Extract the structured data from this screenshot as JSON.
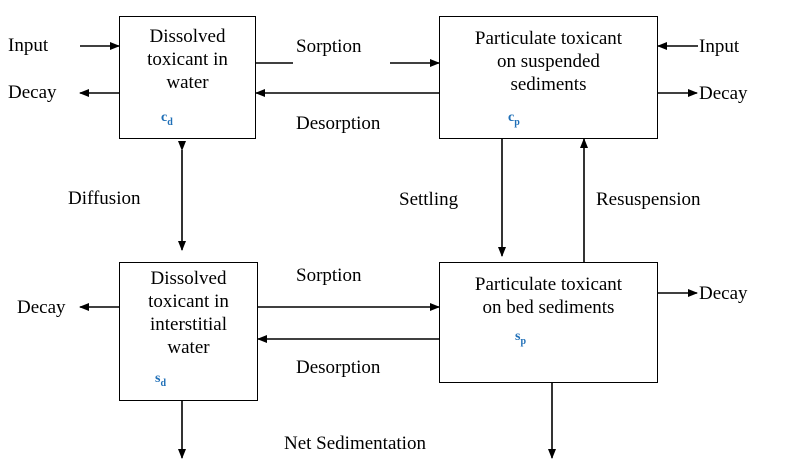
{
  "boxes": {
    "dissolved_water": {
      "text": "Dissolved\ntoxicant in\nwater",
      "symbol": "c",
      "subscript": "d"
    },
    "particulate_suspended": {
      "text": "Particulate toxicant\non suspended\nsediments",
      "symbol": "c",
      "subscript": "p"
    },
    "dissolved_interstitial": {
      "text": "Dissolved\ntoxicant in\ninterstitial\nwater",
      "symbol": "s",
      "subscript": "d"
    },
    "particulate_bed": {
      "text": "Particulate toxicant\non bed sediments",
      "symbol": "s",
      "subscript": "p"
    }
  },
  "labels": {
    "input_left": "Input",
    "decay_left_top": "Decay",
    "input_right": "Input",
    "decay_right_top": "Decay",
    "sorption_top": "Sorption",
    "desorption_top": "Desorption",
    "diffusion": "Diffusion",
    "settling": "Settling",
    "resuspension": "Resuspension",
    "decay_left_bottom": "Decay",
    "sorption_bottom": "Sorption",
    "decay_right_bottom": "Decay",
    "desorption_bottom": "Desorption",
    "net_sedimentation": "Net Sedimentation"
  },
  "colors": {
    "symbol": "#1f6fb7",
    "lines": "#000000"
  }
}
